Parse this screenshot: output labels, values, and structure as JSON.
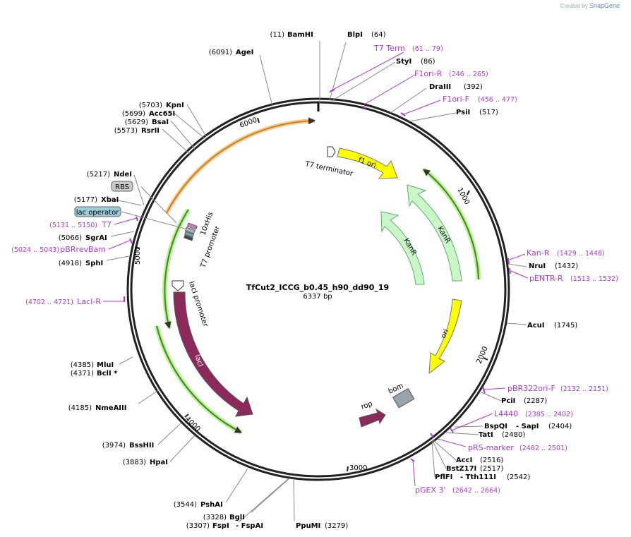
{
  "credit": {
    "prefix": "Created by",
    "brand": "SnapGene"
  },
  "plasmid": {
    "name": "TfCut2_ICCG_b0.45_h90_dd90_19",
    "length_label": "6337 bp",
    "length": 6337
  },
  "ticks": [
    "1000",
    "2000",
    "3000",
    "4000",
    "5000",
    "6000"
  ],
  "colors": {
    "primer": "#a63ec9",
    "ori": "#ffff00",
    "kanr": "#c9f7c9",
    "laci": "#8b2a5a",
    "rop": "#8b2a5a",
    "bom": "#9aa3aa",
    "highlight": "#f5b56a",
    "green_hl": "#b7f0a0"
  },
  "enzymes": [
    {
      "pos": "(11)",
      "name": "BamHI"
    },
    {
      "pos": "(64)",
      "name": "BlpI"
    },
    {
      "pos": "(86)",
      "name": "StyI"
    },
    {
      "pos": "(392)",
      "name": "DraIII"
    },
    {
      "pos": "(517)",
      "name": "PsiI"
    },
    {
      "pos": "(1432)",
      "name": "NruI"
    },
    {
      "pos": "(1745)",
      "name": "AcuI"
    },
    {
      "pos": "(2287)",
      "name": "PciI"
    },
    {
      "pos": "(2404)",
      "name": "BspQI",
      "name2": "SapI"
    },
    {
      "pos": "(2480)",
      "name": "TatI"
    },
    {
      "pos": "(2516)",
      "name": "AccI"
    },
    {
      "pos": "(2517)",
      "name": "BstZ17I"
    },
    {
      "pos": "(2542)",
      "name": "PflFI",
      "name2": "Tth111I"
    },
    {
      "pos": "(3279)",
      "name": "PpuMI"
    },
    {
      "pos": "(3328)",
      "name": "BglI"
    },
    {
      "pos": "(3307)",
      "name": "FspI",
      "name2": "FspAI"
    },
    {
      "pos": "(3544)",
      "name": "PshAI"
    },
    {
      "pos": "(3883)",
      "name": "HpaI"
    },
    {
      "pos": "(3974)",
      "name": "BssHII"
    },
    {
      "pos": "(4185)",
      "name": "NmeAIII"
    },
    {
      "pos": "(4385)",
      "name": "MluI"
    },
    {
      "pos": "(4371)",
      "name": "BclI *"
    },
    {
      "pos": "(4918)",
      "name": "SphI"
    },
    {
      "pos": "(5066)",
      "name": "SgrAI"
    },
    {
      "pos": "(5177)",
      "name": "XbaI"
    },
    {
      "pos": "(5217)",
      "name": "NdeI"
    },
    {
      "pos": "(5573)",
      "name": "RsrII"
    },
    {
      "pos": "(5629)",
      "name": "BsaI"
    },
    {
      "pos": "(5699)",
      "name": "Acc65I"
    },
    {
      "pos": "(5703)",
      "name": "KpnI"
    },
    {
      "pos": "(6091)",
      "name": "AgeI"
    }
  ],
  "primers": [
    {
      "name": "T7 Term",
      "range": "(61 .. 79)"
    },
    {
      "name": "F1ori-R",
      "range": "(246 .. 265)"
    },
    {
      "name": "F1ori-F",
      "range": "(456 .. 477)"
    },
    {
      "name": "Kan-R",
      "range": "(1429 .. 1448)"
    },
    {
      "name": "pENTR-R",
      "range": "(1513 .. 1532)"
    },
    {
      "name": "pBR322ori-F",
      "range": "(2132 .. 2151)"
    },
    {
      "name": "L4440",
      "range": "(2385 .. 2402)"
    },
    {
      "name": "pRS-marker",
      "range": "(2482 .. 2501)"
    },
    {
      "name": "pGEX 3'",
      "range": "(2642 .. 2664)"
    },
    {
      "name": "LacI-R",
      "range": "(4702 .. 4721)"
    },
    {
      "name": "pBRrevBam",
      "range": "(5024 .. 5043)"
    },
    {
      "name": "T7",
      "range": "(5131 .. 5150)"
    }
  ],
  "boxed": [
    {
      "name": "RBS"
    },
    {
      "name": "lac operator"
    }
  ],
  "features": [
    {
      "name": "f1 ori"
    },
    {
      "name": "KanR"
    },
    {
      "name": "KanR"
    },
    {
      "name": "ori"
    },
    {
      "name": "lacI"
    },
    {
      "name": "rop"
    },
    {
      "name": "bom"
    },
    {
      "name": "T7 terminator"
    },
    {
      "name": "lacI promoter"
    },
    {
      "name": "T7 promoter"
    },
    {
      "name": "10xHis"
    }
  ]
}
